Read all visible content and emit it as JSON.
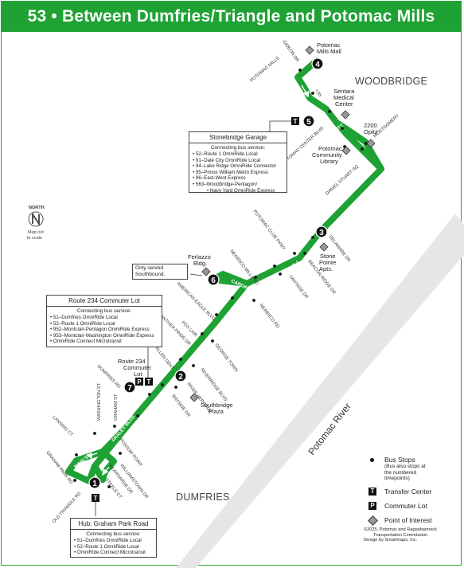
{
  "title": "53 • Between Dumfries/Triangle and Potomac Mills",
  "colors": {
    "route": "#1ea234",
    "title_bg": "#1ea234",
    "river": "#e8e8e8"
  },
  "areas": {
    "woodbridge": "WOODBRIDGE",
    "dumfries": "DUMFRIES",
    "river": "Potomac River"
  },
  "north": {
    "label": "NORTH",
    "note_line1": "Map not",
    "note_line2": "to scale"
  },
  "stops": [
    {
      "num": "1"
    },
    {
      "num": "2"
    },
    {
      "num": "3"
    },
    {
      "num": "4"
    },
    {
      "num": "5"
    },
    {
      "num": "6"
    },
    {
      "num": "7"
    }
  ],
  "points_of_interest": {
    "potomac_mills_mall_1": "Potomac",
    "potomac_mills_mall_2": "Mills Mall",
    "sentara_1": "Sentara",
    "sentara_2": "Medical",
    "sentara_3": "Center",
    "opitz_1": "2200",
    "opitz_2": "Opitz",
    "library_1": "Potomac",
    "library_2": "Community",
    "library_3": "Library",
    "stone_pointe_1": "Stone",
    "stone_pointe_2": "Pointe",
    "stone_pointe_3": "Apts.",
    "ferlazzo_1": "Ferlazzo",
    "ferlazzo_2": "Bldg.",
    "southbridge_1": "Southbridge",
    "southbridge_2": "Plaza",
    "route234_lot_1": "Route 234",
    "route234_lot_2": "Commuter",
    "route234_lot_3": "Lot"
  },
  "streets": {
    "gideon_dr": "GIDEON DR",
    "potomac_mills": "POTOMAC MILLS",
    "i95": "I-95",
    "opitz": "OPITZ",
    "montgomery": "MONTGOMERY",
    "potomac_center_blvd": "POTOMAC CENTER BLVD",
    "daniel_stuart_sq": "DANIEL STUART SQ",
    "potomac_club_pkwy": "POTOMAC CLUB PKWY",
    "delaware_dr": "DELAWARE DR",
    "neabsco_mills_rd": "NEABSCO MILLS RD",
    "route1_a": "ROUTE 1",
    "beacon_ridge_dr": "BEACON RIDGE DR",
    "cardinal": "CARDINAL",
    "vantage_dr": "VANTAGE DR",
    "american_eagle_blvd": "AMERICAN EAGLE BLVD",
    "neabsco_rd": "NEABSCO RD",
    "fox_lair": "FOX LAIR",
    "panther_pride_dr": "PANTHER PRIDE DR",
    "route1_b": "ROUTE 1",
    "george_town": "GEORGE TOWN",
    "allen_dent": "ALLEN DENT",
    "riverridge_blvd": "RIVERRIDGE BLVD",
    "river_heritage": "RIVER HERITAGE",
    "dumfries_rd": "DUMFRIES RD",
    "bayside_dr": "BAYSIDE DR",
    "washington_st": "WASHINGTON ST",
    "graham_st": "GRAHAM ST",
    "fraley_blvd": "FRALEY BLVD",
    "lansing_ct": "LANSING CT",
    "main_st": "MAIN ST",
    "possum_point": "POSSUM POINT",
    "graham_park_rd": "GRAHAM PARK RD",
    "williamstown_dr": "WILLIAMSTOWN DR",
    "kearsarge_dr": "KEARSARGE DR",
    "old_triangle_rd": "OLD TRIANGLE RD",
    "steele_ct": "STEELE CT"
  },
  "callouts": {
    "stonebridge": {
      "title": "Stonebridge Garage",
      "subtitle": "Connecting bus service:",
      "items": [
        "52–Route 1 OmniRide Local",
        "91–Dale City OmniRide Local",
        "94–Lake Ridge OmniRide Connector",
        "95–Prince William Metro Express",
        "96–East-West Express",
        "563–Woodbridge-Pentagon/"
      ],
      "item_cont": "Navy Yard OmniRide Express"
    },
    "southbound": {
      "line1": "Only served",
      "line2": "Southbound."
    },
    "route234": {
      "title": "Route 234 Commuter Lot",
      "subtitle": "Connecting bus service:",
      "items": [
        "51–Dumfries OmniRide Local",
        "52–Route 1 OmniRide Local",
        "952–Montclair-Pentagon OmniRide Express",
        "953–Montclair-Washington OmniRide Express",
        "OmniRide Connect Microtransit"
      ]
    },
    "graham_park": {
      "title": "Hub: Graham Park Road",
      "subtitle": "Connecting bus service:",
      "items": [
        "51–Dumfries OmniRide Local",
        "52–Route 1 OmniRide Local",
        "OmniRide Connect Microtransit"
      ]
    }
  },
  "legend": {
    "bus_stops": "Bus Stops",
    "bus_stops_note_1": "(Bus also stops at",
    "bus_stops_note_2": "the numbered",
    "bus_stops_note_3": "timepoints)",
    "transfer_center": "Transfer Center",
    "commuter_lot": "Commuter Lot",
    "point_of_interest": "Point of Interest",
    "transfer_glyph": "T",
    "lot_glyph": "P"
  },
  "credit": {
    "line1": "©2025, Potomac and Rappahannock",
    "line2": "Transportation Commission",
    "line3": "Design by Smartmaps, Inc."
  }
}
